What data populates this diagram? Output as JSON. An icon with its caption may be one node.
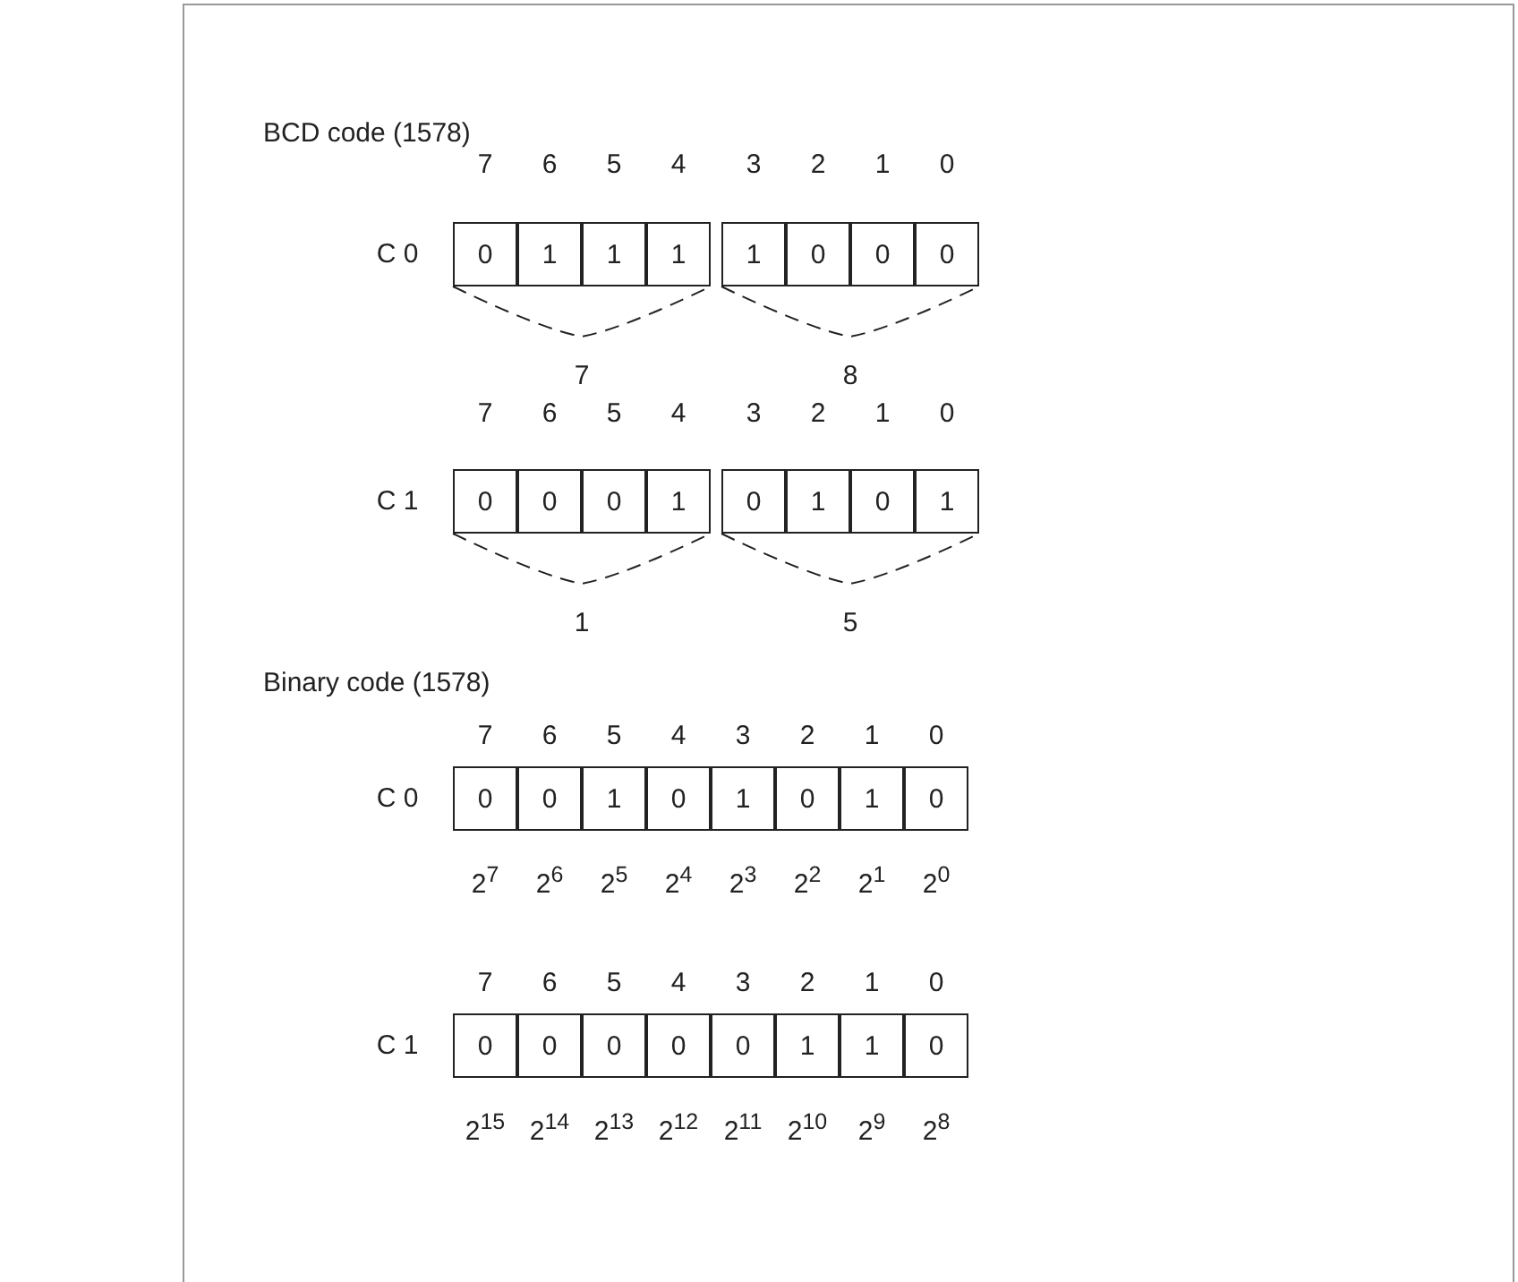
{
  "diagram": {
    "nodes": [
      {
        "text": [
          "0"
        ]
      },
      {
        "text": [
          "1"
        ]
      },
      {
        "text": [
          "1"
        ]
      },
      {
        "text": [
          "1"
        ]
      },
      {
        "text": [
          "1"
        ]
      },
      {
        "text": [
          "0"
        ]
      },
      {
        "text": [
          "0"
        ]
      },
      {
        "text": [
          "0"
        ]
      },
      {
        "text": [
          "0"
        ]
      },
      {
        "text": [
          "0"
        ]
      },
      {
        "text": [
          "0"
        ]
      },
      {
        "text": [
          "1"
        ]
      },
      {
        "text": [
          "0"
        ]
      },
      {
        "text": [
          "1"
        ]
      },
      {
        "text": [
          "0"
        ]
      },
      {
        "text": [
          "1"
        ]
      },
      {
        "text": [
          "0"
        ]
      },
      {
        "text": [
          "0"
        ]
      },
      {
        "text": [
          "1"
        ]
      },
      {
        "text": [
          "0"
        ]
      },
      {
        "text": [
          "1"
        ]
      },
      {
        "text": [
          "0"
        ]
      },
      {
        "text": [
          "1"
        ]
      },
      {
        "text": [
          "0"
        ]
      },
      {
        "text": [
          "0"
        ]
      },
      {
        "text": [
          "0"
        ]
      },
      {
        "text": [
          "0"
        ]
      },
      {
        "text": [
          "0"
        ]
      },
      {
        "text": [
          "0"
        ]
      },
      {
        "text": [
          "1"
        ]
      },
      {
        "text": [
          "1"
        ]
      },
      {
        "text": [
          "0"
        ]
      }
    ],
    "labels": [
      "BCD code (1578)",
      "7",
      "6",
      "5",
      "4",
      "3",
      "2",
      "1",
      "0",
      "C 0",
      "7",
      "8",
      "7",
      "6",
      "5",
      "4",
      "3",
      "2",
      "1",
      "0",
      "C 1",
      "1",
      "5",
      "Binary code (1578)",
      "7",
      "6",
      "5",
      "4",
      "3",
      "2",
      "1",
      "0",
      "C 0",
      "2$^{7}$",
      "2$^{6}$",
      "2$^{5}$",
      "2$^{4}$",
      "2$^{3}$",
      "2$^{2}$",
      "2$^{1}$",
      "2$^{0}$",
      "7",
      "6",
      "5",
      "4",
      "3",
      "2",
      "1",
      "0",
      "C 1",
      "2$^{15}$",
      "2$^{14}$",
      "2$^{13}$",
      "2$^{12}$",
      "2$^{11}$",
      "2$^{10}$",
      "2$^{9}$",
      "2$^{8}$"
    ]
  }
}
